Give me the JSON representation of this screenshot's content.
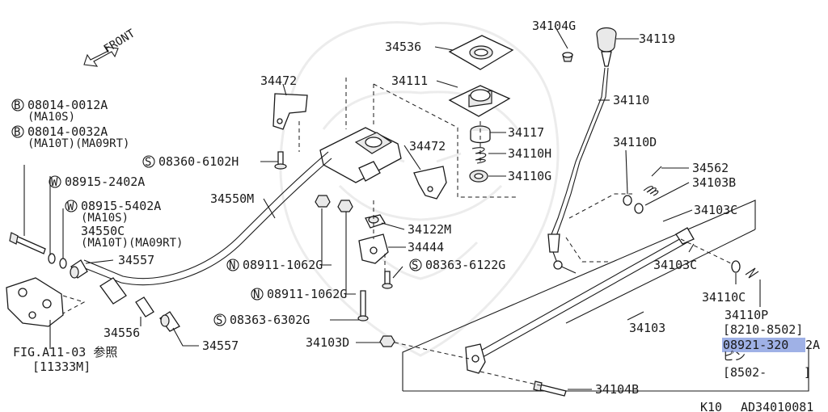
{
  "diagram": {
    "front_label": "FRONT",
    "parts": {
      "p34536": "34536",
      "p34104G": "34104G",
      "p34119": "34119",
      "p34111": "34111",
      "p34110": "34110",
      "p34472_top": "34472",
      "p34472_mid": "34472",
      "p34117": "34117",
      "p34110H": "34110H",
      "p34110G": "34110G",
      "p34110D": "34110D",
      "p34562": "34562",
      "p34103B": "34103B",
      "p34103C_a": "34103C",
      "p34103C_b": "34103C",
      "p34550M": "34550M",
      "p34122M": "34122M",
      "p34444": "34444",
      "p34557_a": "34557",
      "p34557_b": "34557",
      "p34556": "34556",
      "p34103": "34103",
      "p34103D": "34103D",
      "p34104B": "34104B",
      "p34110C": "34110C",
      "p34110P": "34110P"
    },
    "bolts": {
      "b1_code": "08014-0012A",
      "b1_note": "(MA10S)",
      "b2_code": "08014-0032A",
      "b2_note": "(MA10T)(MA09RT)",
      "w1_code": "08915-2402A",
      "w2_code": "08915-5402A",
      "w2_note": "(MA10S)",
      "p34550C": "34550C",
      "p34550C_note": "(MA10T)(MA09RT)",
      "s1": "08360-6102H",
      "n1": "08911-1062G",
      "n2": "08911-1062G",
      "s2": "08363-6122G",
      "s3": "08363-6302G"
    },
    "markers": {
      "B": "B",
      "W": "W",
      "S": "S",
      "N": "N"
    },
    "side_note": {
      "range1": "[8210-8502]",
      "code_pre": "08921-320",
      "code_rest": "2A",
      "pin": "ピン",
      "range2": "[8502-",
      "range2_end": "]"
    },
    "figure_ref": {
      "ref": "FIG.A11-03 参照",
      "code": "[11333M]"
    },
    "footer": {
      "model": "K10",
      "doc_id": "AD34010081"
    }
  }
}
